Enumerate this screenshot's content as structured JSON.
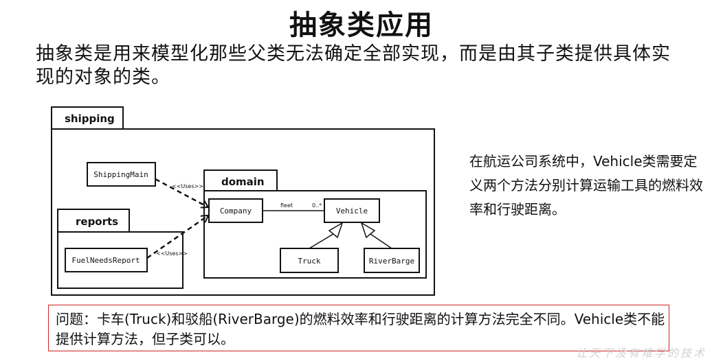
{
  "slide": {
    "title": "抽象类应用",
    "intro": "抽象类是用来模型化那些父类无法确定全部实现，而是由其子类提供具体实现的对象的类。",
    "side_note": "在航运公司系统中，Vehicle类需要定义两个方法分别计算运输工具的燃料效率和行驶距离。",
    "problem": "问题：卡车(Truck)和驳船(RiverBarge)的燃料效率和行驶距离的计算方法完全不同。Vehicle类不能提供计算方法，但子类可以。",
    "watermark": "让天下没有难学的技术"
  },
  "diagram": {
    "packages": {
      "shipping": "shipping",
      "domain": "domain",
      "reports": "reports"
    },
    "classes": {
      "shipping_main": "ShippingMain",
      "company": "Company",
      "vehicle": "Vehicle",
      "truck": "Truck",
      "river_barge": "RiverBarge",
      "fuel_needs_report": "FuelNeedsReport"
    },
    "labels": {
      "uses_top": "<<Uses>>",
      "uses_bottom": "<<Uses>>",
      "fleet": "fleet",
      "multiplicity": "0..*"
    }
  }
}
